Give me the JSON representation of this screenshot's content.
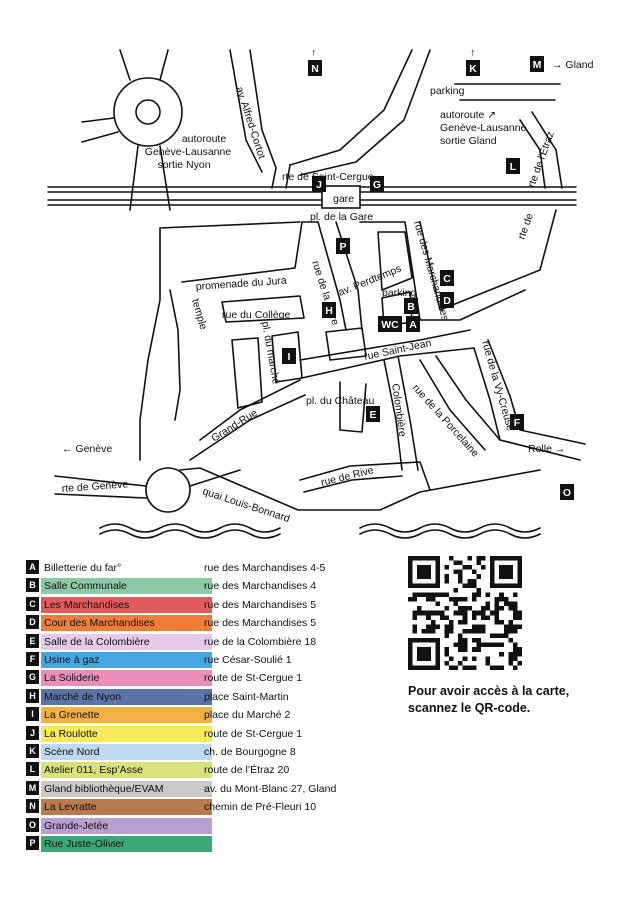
{
  "map": {
    "streets": {
      "alfred_cortot": "av. Alfred-Cortot",
      "saint_cergue": "rte de Saint-Cergue",
      "place_gare": "pl. de la Gare",
      "promenade_jura": "promenade du Jura",
      "perdtemps": "av. Perdtemps",
      "rue_gare": "rue de la Gare",
      "marchandises": "rue des Marchandises",
      "college": "rue du Collège",
      "place_marche": "pl. du marché",
      "temple": "temple",
      "saint_jean": "rue Saint-Jean",
      "vy_creuse": "rue de la Vy-Creuse",
      "place_chateau": "pl. du Château",
      "grand_rue": "Grand-Rue",
      "colombiere": "Colombière",
      "porcelaine": "rue de la Porcelaine",
      "rive": "rue de Rive",
      "rte_geneve": "rte de Genève",
      "quai": "quai Louis-Bonnard",
      "etraz": "rte de l'Étraz",
      "rte_de": "rte de"
    },
    "pois": {
      "autoroute_nyon": [
        "autoroute",
        "Genève-Lausanne",
        "sortie Nyon"
      ],
      "autoroute_gland": [
        "autoroute ↗",
        "Genève-Lausanne",
        "sortie Gland"
      ],
      "parking_top": "parking",
      "parking_mid": "parking",
      "gare": "gare",
      "wc": "WC"
    },
    "directions": {
      "geneve": "← Genève",
      "rolle": "Rolle →",
      "gland": "→ Gland",
      "north_arrow": "↑"
    },
    "markers": [
      "N",
      "K",
      "M",
      "L",
      "J",
      "G",
      "P",
      "C",
      "B",
      "D",
      "H",
      "WC",
      "A",
      "I",
      "E",
      "F",
      "O"
    ]
  },
  "legend": [
    {
      "letter": "A",
      "name": "Billetterie du far°",
      "address": "rue des Marchandises 4-5",
      "color": "#ffffff"
    },
    {
      "letter": "B",
      "name": "Salle Communale",
      "address": "rue des Marchandises 4",
      "color": "#8ec9a6"
    },
    {
      "letter": "C",
      "name": "Les Marchandises",
      "address": "rue des Marchandises 5",
      "color": "#e45a5c"
    },
    {
      "letter": "D",
      "name": "Cour des Marchandises",
      "address": "rue des Marchandises 5",
      "color": "#ee7d3a"
    },
    {
      "letter": "E",
      "name": "Salle de la Colombière",
      "address": "rue de la Colombière 18",
      "color": "#e5c9e7"
    },
    {
      "letter": "F",
      "name": "Usine à gaz",
      "address": "rue César-Soulié 1",
      "color": "#45a6e1"
    },
    {
      "letter": "G",
      "name": "La Soliderie",
      "address": "route de St-Cergue 1",
      "color": "#eb8dba"
    },
    {
      "letter": "H",
      "name": "Marché de Nyon",
      "address": "place Saint-Martin",
      "color": "#5d73a7"
    },
    {
      "letter": "I",
      "name": "La Grenette",
      "address": "place du Marché 2",
      "color": "#f2b045"
    },
    {
      "letter": "J",
      "name": "La Roulotte",
      "address": "route de St-Cergue 1",
      "color": "#f7e95a"
    },
    {
      "letter": "K",
      "name": "Scène Nord",
      "address": "ch. de Bourgogne 8",
      "color": "#bdd8ef"
    },
    {
      "letter": "L",
      "name": "Atelier 011, Esp’Asse",
      "address": "route de l’Étraz 20",
      "color": "#dbe17a"
    },
    {
      "letter": "M",
      "name": "Gland bibliothèque/EVAM",
      "address": "av. du Mont-Blanc 27, Gland",
      "color": "#c9c9c9"
    },
    {
      "letter": "N",
      "name": "La Levratte",
      "address": "chemin de Pré-Fleuri 10",
      "color": "#b97a4f"
    },
    {
      "letter": "O",
      "name": "Grande-Jetée",
      "address": "",
      "color": "#b99fcf"
    },
    {
      "letter": "P",
      "name": "Rue Juste-Olivier",
      "address": "",
      "color": "#3aa87a"
    }
  ],
  "qr": {
    "text": "Pour avoir accès à la carte, scannez le QR-code."
  }
}
